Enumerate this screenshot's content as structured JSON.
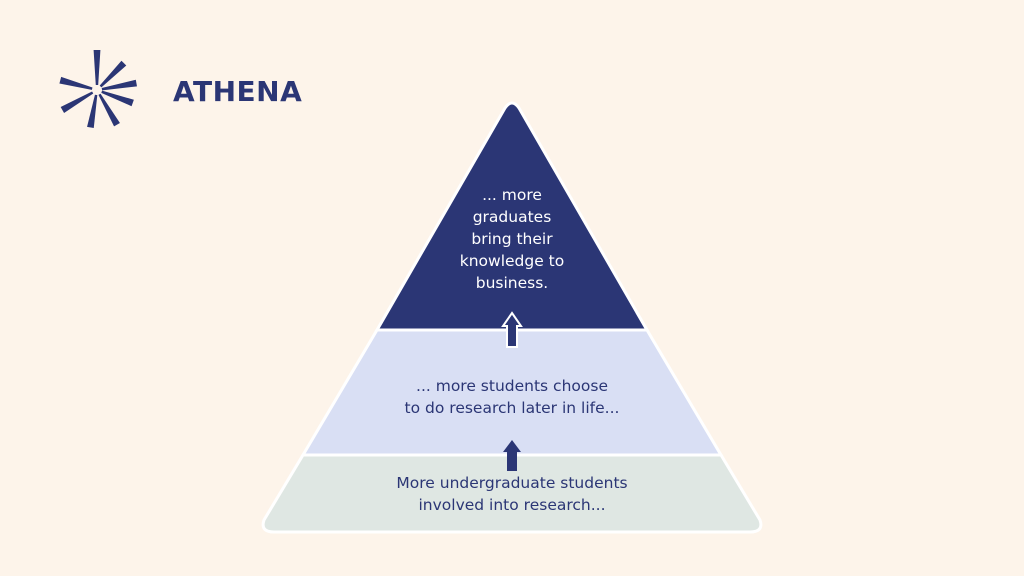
{
  "brand": {
    "name": "ATHENA",
    "logo_icon": "starburst-icon",
    "color": "#2b3675"
  },
  "pyramid": {
    "tiers": [
      {
        "level": "top",
        "lines": [
          "... more",
          "graduates",
          "bring their",
          "knowledge to",
          "business."
        ],
        "fill": "#2b3675",
        "text_color": "#ffffff"
      },
      {
        "level": "middle",
        "lines": [
          "... more students choose",
          "to do research later in life..."
        ],
        "fill": "#d9dff4",
        "text_color": "#2b3675"
      },
      {
        "level": "bottom",
        "lines": [
          "More undergraduate students",
          "involved into research..."
        ],
        "fill": "#dfe7e3",
        "text_color": "#2b3675"
      }
    ],
    "arrows": [
      "up-arrow-icon",
      "up-arrow-icon"
    ]
  },
  "colors": {
    "background": "#fdf4ea",
    "accent": "#2b3675"
  }
}
